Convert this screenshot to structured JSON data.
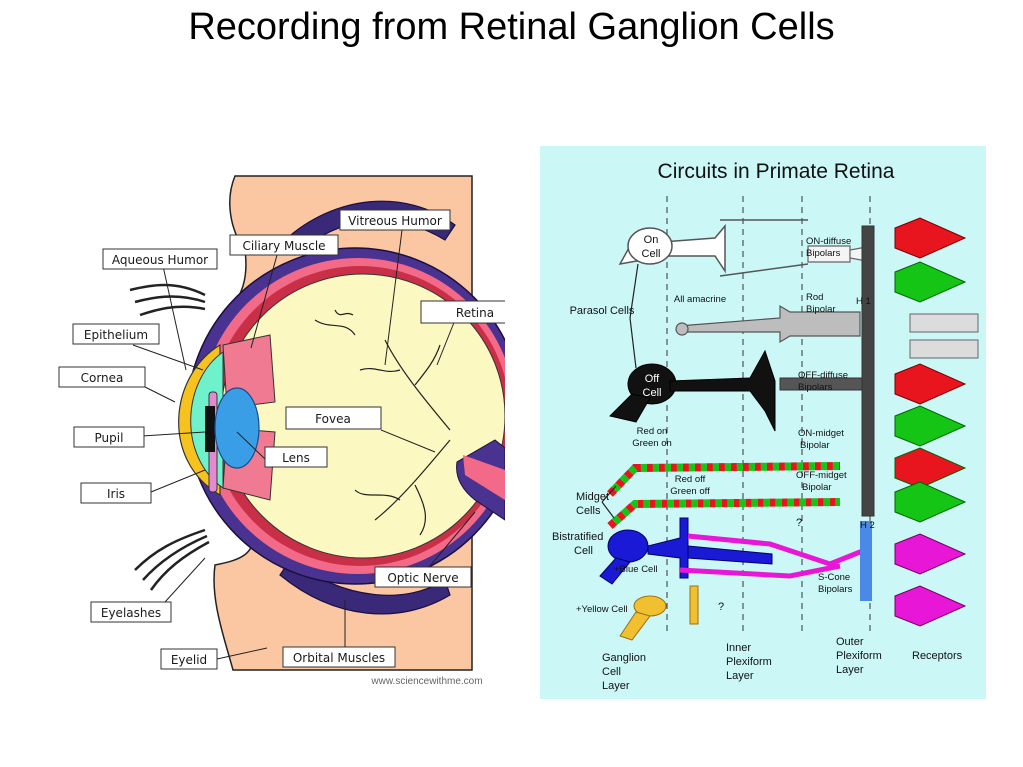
{
  "slide": {
    "title": "Recording from Retinal Ganglion Cells"
  },
  "eye": {
    "labels": {
      "vitreous_humor": "Vitreous Humor",
      "ciliary_muscle": "Ciliary Muscle",
      "aqueous_humor": "Aqueous Humor",
      "retina": "Retina",
      "epithelium": "Epithelium",
      "cornea": "Cornea",
      "fovea": "Fovea",
      "pupil": "Pupil",
      "lens": "Lens",
      "iris": "Iris",
      "optic_nerve": "Optic Nerve",
      "eyelashes": "Eyelashes",
      "orbital_muscles": "Orbital Muscles",
      "eyelid": "Eyelid"
    },
    "credit": "www.sciencewithme.com"
  },
  "retina_circuit": {
    "title": "Circuits in Primate Retina",
    "labels": {
      "on_cell_1": "On",
      "on_cell_2": "Cell",
      "off_cell_1": "Off",
      "off_cell_2": "Cell",
      "parasol_cells": "Parasol Cells",
      "all_amacrine": "All amacrine",
      "on_diffuse_1": "ON-diffuse",
      "on_diffuse_2": "Bipolars",
      "rod_bipolar_1": "Rod",
      "rod_bipolar_2": "Bipolar",
      "h1": "H 1",
      "off_diffuse_1": "OFF-diffuse",
      "off_diffuse_2": "Bipolars",
      "red_on_1": "Red on",
      "red_on_2": "Green on",
      "on_midget_1": "ON-midget",
      "on_midget_2": "Bipolar",
      "red_off_1": "Red off",
      "red_off_2": "Green  off",
      "off_midget_1": "OFF-midget",
      "off_midget_2": "Bipolar",
      "midget_cells_1": "Midget",
      "midget_cells_2": "Cells",
      "question_1": "?",
      "h2": "H 2",
      "bistratified_1": "Bistratified",
      "bistratified_2": "Cell",
      "blue_cell": "+Blue Cell",
      "s_cone_1": "S-Cone",
      "s_cone_2": "Bipolars",
      "yellow_cell": "+Yellow Cell",
      "question_2": "?",
      "gcl_1": "Ganglion",
      "gcl_2": "Cell",
      "gcl_3": "Layer",
      "ipl_1": "Inner",
      "ipl_2": "Plexiform",
      "ipl_3": "Layer",
      "opl_1": "Outer",
      "opl_2": "Plexiform",
      "opl_3": "Layer",
      "receptors": "Receptors"
    },
    "colors": {
      "background": "#ccf7f7",
      "red_cone": "#e8141e",
      "green_cone": "#15c515",
      "blue_bistratified": "#1a1ad6",
      "s_cone_magenta": "#e817d8",
      "yellow_cell": "#f0c030",
      "off_cell": "#000000"
    }
  }
}
